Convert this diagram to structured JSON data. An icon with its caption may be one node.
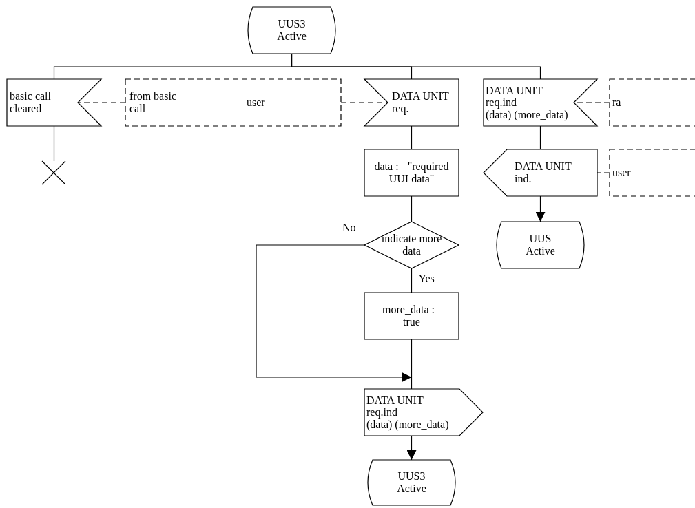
{
  "diagram": {
    "nodes": [
      {
        "text": [
          "UUS3 Active"
        ]
      },
      {
        "text": [
          "basic call cleared"
        ]
      },
      {
        "text": [
          "from basic call",
          "user"
        ]
      },
      {
        "text": [
          "DATA UNIT req."
        ]
      },
      {
        "text": [
          "DATA UNIT req.ind",
          "(data) (more_data)"
        ]
      },
      {
        "text": [
          "ra"
        ]
      },
      {
        "text": [
          "data := \"required UUI data\""
        ]
      },
      {
        "text": [
          "DATA UNIT ind."
        ]
      },
      {
        "text": [
          "user"
        ]
      },
      {
        "text": [
          "indicate more data"
        ]
      },
      {
        "text": [
          "UUS Active"
        ]
      },
      {
        "text": [
          "more_data := true"
        ]
      },
      {
        "text": [
          "DATA UNIT req.ind",
          "(data) (more_data)"
        ]
      },
      {
        "text": [
          "UUS3 Active"
        ]
      },
      {
        "text": [],
        "shape": "cross"
      }
    ],
    "edges": [
      {
        "from": 0,
        "to": 1,
        "arrow": "none"
      },
      {
        "from": 0,
        "to": 3,
        "arrow": "none"
      },
      {
        "from": 0,
        "to": 4,
        "arrow": "none"
      },
      {
        "from": 2,
        "to": 1,
        "arrow": "none",
        "style": "dashed"
      },
      {
        "from": 2,
        "to": 3,
        "arrow": "none",
        "style": "dashed"
      },
      {
        "from": 5,
        "to": 4,
        "arrow": "none",
        "style": "dashed"
      },
      {
        "from": 1,
        "to": 14,
        "arrow": "none"
      },
      {
        "from": 3,
        "to": 6,
        "arrow": "none"
      },
      {
        "from": 4,
        "to": 7,
        "arrow": "none"
      },
      {
        "from": 8,
        "to": 7,
        "arrow": "none",
        "style": "dashed"
      },
      {
        "from": 6,
        "to": 9,
        "arrow": "none"
      },
      {
        "from": 7,
        "to": 10,
        "arrow": "to"
      },
      {
        "from": 9,
        "to": 11,
        "arrow": "none",
        "label": "Yes"
      },
      {
        "from": 9,
        "to": 12,
        "arrow": "to",
        "label": "No"
      },
      {
        "from": 11,
        "to": 12,
        "arrow": "none"
      },
      {
        "from": 12,
        "to": 13,
        "arrow": "to"
      }
    ]
  }
}
